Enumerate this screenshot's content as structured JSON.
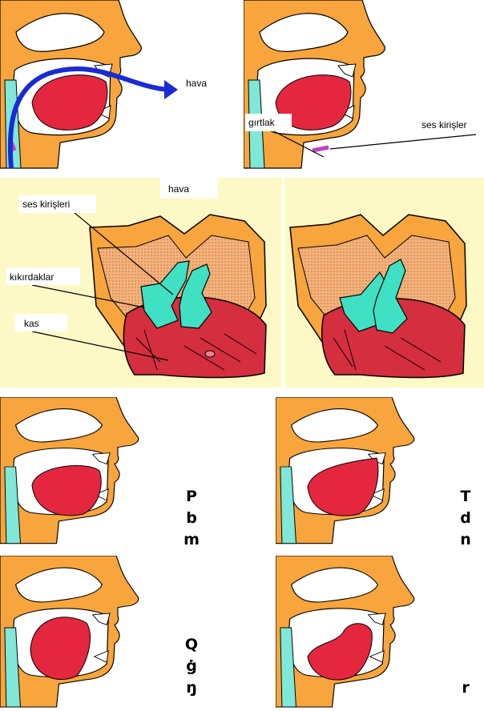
{
  "airflow": {
    "label": "hava"
  },
  "larynx_view": {
    "label_larynx": "gırtlak",
    "label_cords": "ses kirişler"
  },
  "vocal_cords_view": {
    "label_air": "hava",
    "label_cords": "ses kirişleri",
    "label_cartilage": "kıkırdaklar",
    "label_muscle": "kas"
  },
  "articulations": [
    {
      "letters": [
        "P",
        "b",
        "m"
      ]
    },
    {
      "letters": [
        "T",
        "d",
        "n"
      ]
    },
    {
      "letters": [
        "Q",
        "ġ",
        "ŋ̣"
      ]
    },
    {
      "letters": [
        "r"
      ]
    }
  ],
  "colors": {
    "face": "#F7A53C",
    "tongue": "#E4273F",
    "teeth": "#FFFFFF",
    "airway": "#7FE8D8",
    "cords": "#C040C0",
    "air_arrow": "#1A2BD6",
    "chart_bg": "#FDF9C6",
    "cartilage": "#3FE0C4",
    "larynx_fill": "#F2A56A"
  }
}
